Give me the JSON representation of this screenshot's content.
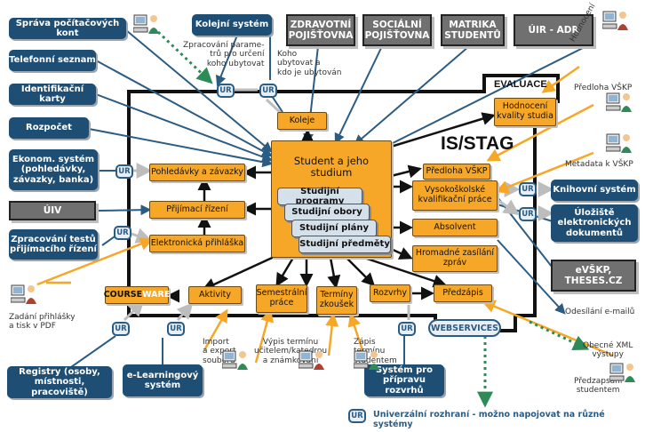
{
  "system": {
    "title": "IS/STAG",
    "evaluace": "EVALUACE"
  },
  "colors": {
    "external": "#1f4e74",
    "module": "#f7a727",
    "interface": "#2b5c84",
    "institution": "#707070",
    "flow_orange": "#f7a727",
    "flow_gray": "#bdbdbd",
    "flow_green": "#2e8b57"
  },
  "external": {
    "sprava": "Správa počítačových kont",
    "kolejni": "Kolejní systém",
    "telefon": "Telefonní seznam",
    "karty": "Identifikační karty",
    "rozpocet": "Rozpočet",
    "ekonom": "Ekonom. systém (pohledávky, závazky, banka)",
    "testy": "Zpracování testů přijímacího řízení",
    "registry": "Registry (osoby, místnosti, pracoviště)",
    "elearning": "e-Learningový systém",
    "rozvrh": "Systém pro přípravu rozvrhů",
    "knihovni": "Knihovní systém",
    "uloziste": "Úložiště elektronických dokumentů"
  },
  "institutions": {
    "zdravotni": "ZDRAVOTNÍ POJIŠŤOVNA",
    "socialni": "SOCIÁLNÍ POJIŠŤOVNA",
    "matrika": "MATRIKA STUDENTŮ",
    "uir": "ÚIR - ADR",
    "uiv": "ÚIV",
    "evskp": "eVŠKP, THESES.CZ"
  },
  "modules": {
    "koleje": "Koleje",
    "hodnoceni": "Hodnocení kvality studia",
    "student": "Student a jeho studium",
    "pohledavky": "Pohledávky a závazky",
    "prijimaci": "Přijímací řízení",
    "prihlaska": "Elektronická přihláška",
    "predloha": "Předloha VŠKP",
    "vskp": "Vysokoškolské kvalifikační práce",
    "absolvent": "Absolvent",
    "hromadne": "Hromadné zasílání zpráv",
    "coursware_a": "COURSE",
    "coursware_b": "WARE",
    "aktivity": "Aktivity",
    "semestralni": "Semestrální práce",
    "terminy": "Termíny zkoušek",
    "rozvrhy": "Rozvrhy",
    "predzapis": "Předzápis"
  },
  "sub": {
    "programy": "Studijní programy",
    "obory": "Studijní obory",
    "plany": "Studijní plány",
    "predmety": "Studijní předměty"
  },
  "notes": {
    "zpracovani": "Zpracování parame-\ntrů pro určení\nkoho ubytovat",
    "koho": "Koho\nubytovat a\nkdo je ubytován",
    "hodnoceni": "Hodnocení",
    "predloha": "Předloha VŠKP",
    "metadata": "Metadata k VŠKP",
    "zadani": "Zadání přihlášky\na tisk v PDF",
    "import": "Import\na export\nsouborů",
    "vypis": "Výpis termínu\nučitelem/katedrou\na známkování",
    "zapis": "Zápis\ntermínu\nstudentem",
    "odeslani": "Odesílání e-mailů",
    "xml": "Obecné XML\nvýstupy",
    "predzapsani": "Předzapsaní\nstudentem"
  },
  "ur": "UR",
  "webservices": "WEBSERVICES",
  "legend": "Univerzální rozhraní - možno napojovat na různé systémy"
}
